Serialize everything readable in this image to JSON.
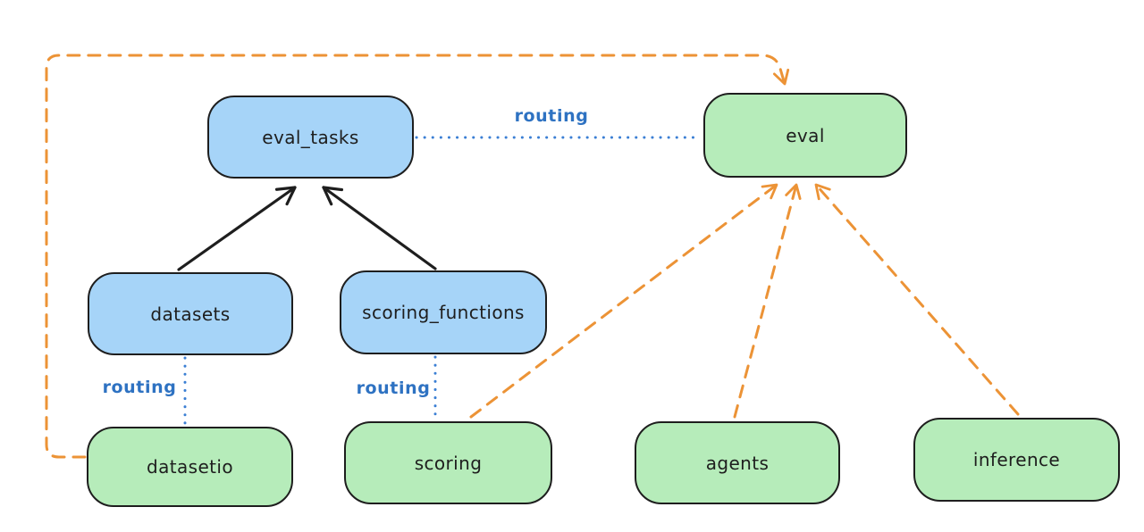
{
  "diagram": {
    "nodes": {
      "eval_tasks": {
        "label": "eval_tasks"
      },
      "eval": {
        "label": "eval"
      },
      "datasets": {
        "label": "datasets"
      },
      "scoring_functions": {
        "label": "scoring_functions"
      },
      "datasetio": {
        "label": "datasetio"
      },
      "scoring": {
        "label": "scoring"
      },
      "agents": {
        "label": "agents"
      },
      "inference": {
        "label": "inference"
      }
    },
    "edge_labels": {
      "eval_tasks_eval": "routing",
      "datasets_datasetio": "routing",
      "scoring_functions_scoring": "routing"
    },
    "colors": {
      "background": "#ffffff",
      "blue_fill": "#a6d4f8",
      "green_fill": "#b6ecba",
      "node_stroke": "#1e1e1e",
      "black_arrow": "#1e1e1e",
      "orange_dash": "#ec9336",
      "blue_dotted": "#3b7fd4",
      "routing_text": "#2e72c2"
    }
  }
}
